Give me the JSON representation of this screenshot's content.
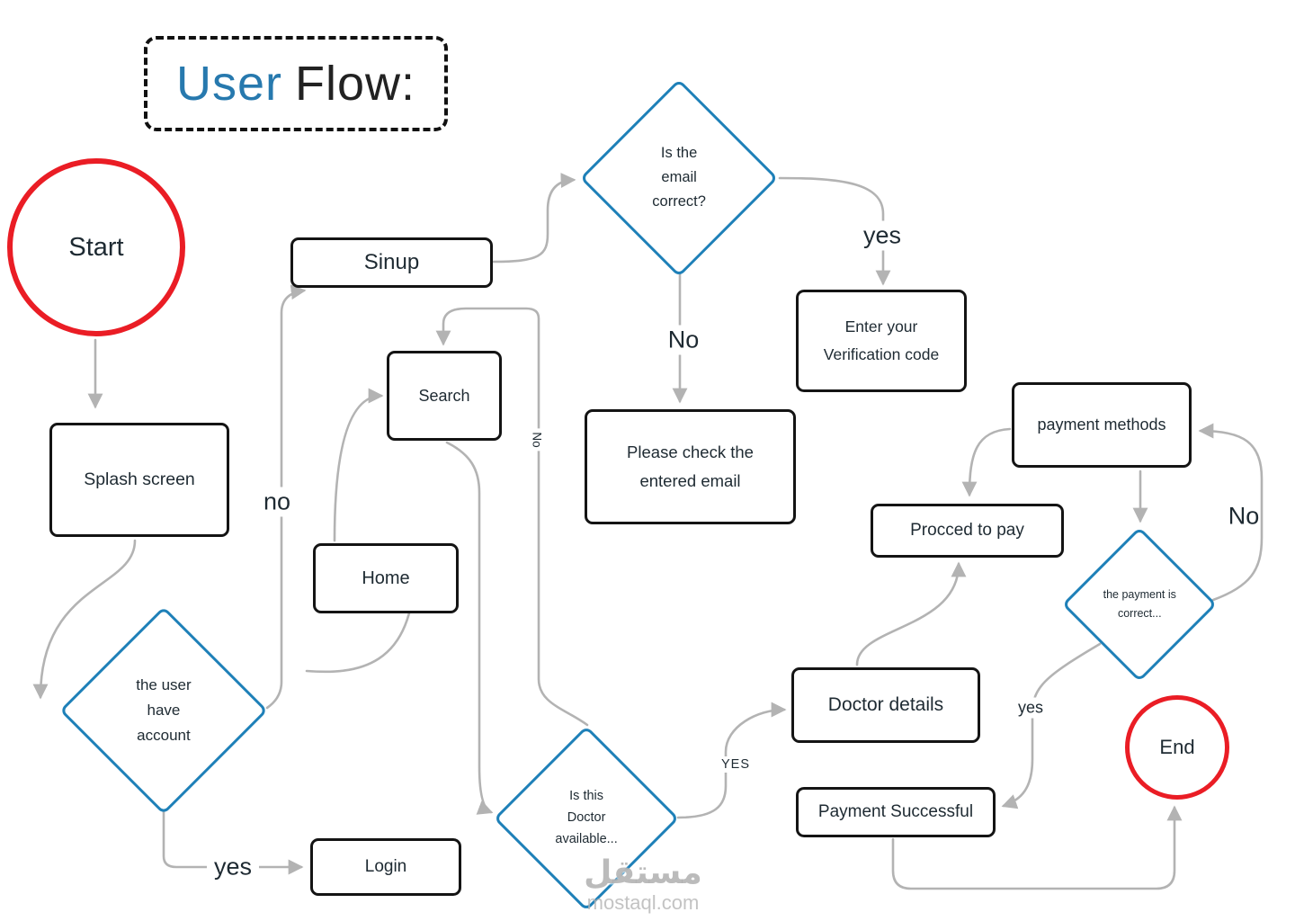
{
  "title": {
    "user": "User",
    "flow": "Flow:"
  },
  "nodes": {
    "start": "Start",
    "splash": "Splash screen",
    "have_account": "the user have account",
    "login": "Login",
    "signup": "Sinup",
    "email_correct": "Is the email correct?",
    "verification": "Enter your Verification code",
    "check_email": "Please check the entered email",
    "search": "Search",
    "home": "Home",
    "doctor_available": "Is this Doctor available...",
    "doctor_details": "Doctor details",
    "proceed_pay": "Procced to pay",
    "payment_methods": "payment methods",
    "payment_correct": "the payment is correct...",
    "payment_success": "Payment Successful",
    "end": "End"
  },
  "edge_labels": {
    "yes_login": "yes",
    "no_signup": "no",
    "yes_verification": "yes",
    "no_check_email": "No",
    "no_back_search": "No",
    "yes_doctor": "YES",
    "no_payment": "No",
    "yes_payment": "yes"
  },
  "watermark": {
    "arabic": "مستقل",
    "domain": "mostaql.com"
  },
  "colors": {
    "diamond_border": "#1e80b8",
    "circle_border": "#ea1d25",
    "box_border": "#141414",
    "arrow": "#b3b3b3",
    "accent_blue": "#2779ae"
  }
}
